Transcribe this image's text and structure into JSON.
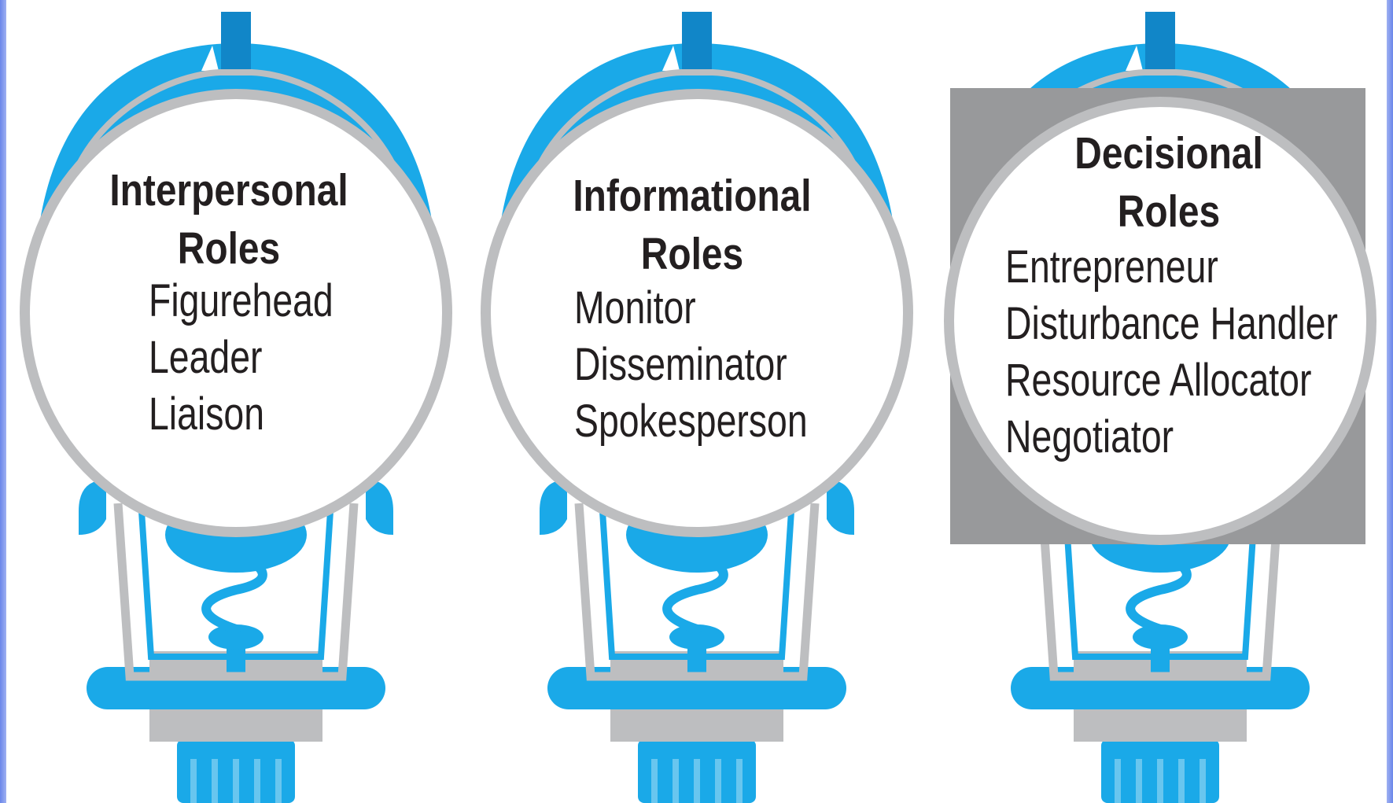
{
  "colors": {
    "blue": "#1aa9e8",
    "frame_gray": "#bdbec0",
    "box_gray": "#98999b",
    "text": "#231f20"
  },
  "icons": [
    "magnifier-lamp-icon"
  ],
  "roles": [
    {
      "title_line1": "Interpersonal",
      "title_line2": "Roles",
      "items": [
        "Figurehead",
        "Leader",
        "Liaison"
      ]
    },
    {
      "title_line1": "Informational",
      "title_line2": "Roles",
      "items": [
        "Monitor",
        "Disseminator",
        "Spokesperson"
      ]
    },
    {
      "title_line1": "Decisional",
      "title_line2": "Roles",
      "items": [
        "Entrepreneur",
        "Disturbance Handler",
        "Resource Allocator",
        "Negotiator"
      ]
    }
  ]
}
